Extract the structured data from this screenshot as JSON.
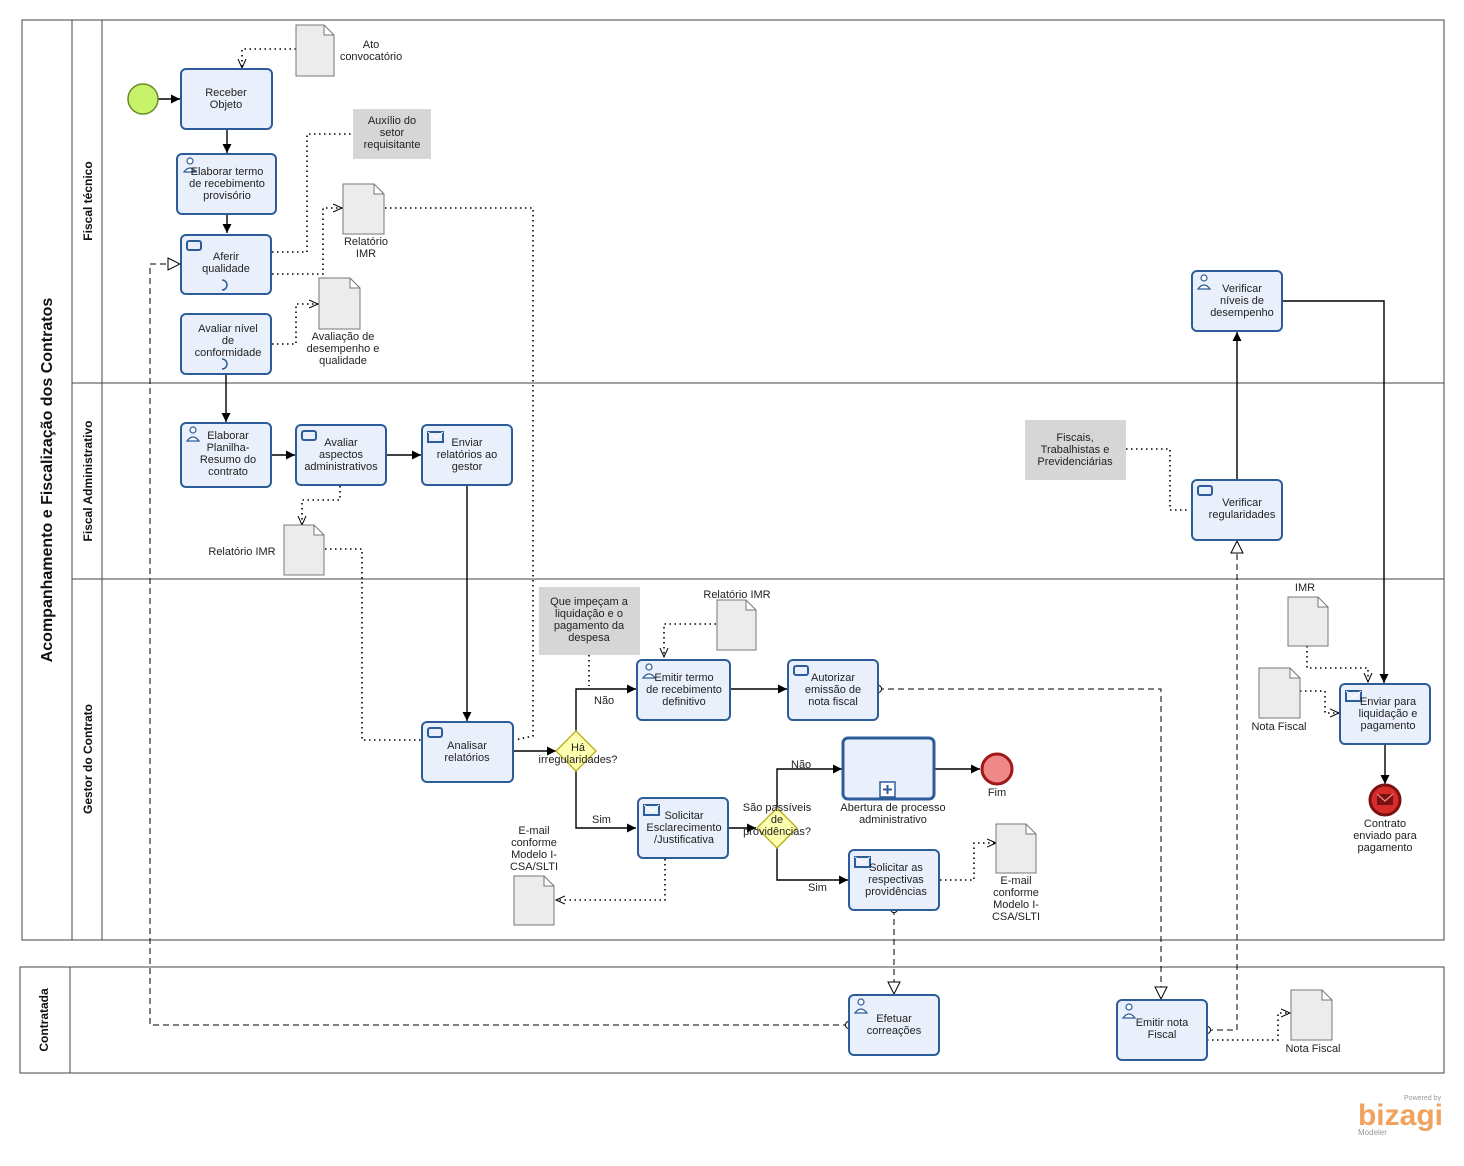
{
  "pools": {
    "main": "Acompanhamento e Fiscalização  dos Contratos",
    "contractor": "Contratada"
  },
  "lanes": {
    "technical": "Fiscal técnico",
    "administrative": "Fiscal Administrativo",
    "manager": "Gestor do Contrato"
  },
  "tasks": {
    "receber_objeto": "Receber\nObjeto",
    "elaborar_termo_provisorio": "Elaborar termo\nde recebimento\nprovisório",
    "aferir_qualidade": "Aferir\nqualidade",
    "avaliar_conformidade": "Avaliar nível\nde\nconformidade",
    "elaborar_planilha": "Elaborar\nPlanilha-\nResumo do\ncontrato",
    "avaliar_aspectos": "Avaliar\naspectos\nadministrativos",
    "enviar_relatorios": "Enviar\nrelatórios ao\ngestor",
    "analisar_relatorios": "Analisar\nrelatórios",
    "emitir_termo_definitivo": "Emitir  termo\nde recebimento\ndefinitivo",
    "autorizar_emissao": "Autorizar\nemissão de\nnota fiscal",
    "solicitar_esclarecimento": "Solicitar\nEsclarecimento\n/Justificativa",
    "solicitar_providencias": "Solicitar as\nrespectivas\nprovidências",
    "verificar_desempenho": "Verificar\nníveis de\ndesempenho",
    "verificar_regularidades": "Verificar\nregularidades",
    "enviar_liquidacao": "Enviar para\nliquidação e\npagamento",
    "efetuar_correcoes": "Efetuar\ncorreações",
    "emitir_nota": "Emitir nota\nFiscal"
  },
  "subprocess": "Abertura de processo\nadministrativo",
  "gateways": {
    "irregularidades": "Há\nirregularidades?",
    "providencias": "São passíveis\nde\nprovidências?"
  },
  "flow_labels": {
    "nao_1": "Não",
    "sim_1": "Sim",
    "nao_2": "Não",
    "sim_2": "Sim"
  },
  "events": {
    "fim": "Fim",
    "contrato_enviado": "Contrato\nenviado para\npagamento"
  },
  "documents": {
    "ato_convocatorio": "Ato\nconvocatório",
    "relatorio_imr_tec": "Relatório\nIMR",
    "avaliacao_desempenho": "Avaliação de\ndesempenho e\nqualidade",
    "relatorio_imr_adm": "Relatório IMR",
    "relatorio_imr_gestor": "Relatório IMR",
    "email_esclarecimento": "E-mail\nconforme\nModelo I-\nCSA/SLTI",
    "email_providencias": "E-mail\nconforme\nModelo I-\nCSA/SLTI",
    "imr": "IMR",
    "nota_fiscal_gestor": "Nota Fiscal",
    "nota_fiscal_contratada": "Nota Fiscal"
  },
  "annotations": {
    "auxilio_setor": "Auxílio do\nsetor\nrequisitante",
    "fiscais_trabalhistas": "Fiscais,\nTrabalhistas e\nPrevidenciárias",
    "impecam_liquidacao": "Que impeçam a\nliquidação e o\npagamento da\ndespesa"
  },
  "branding": {
    "powered_by": "Powered by",
    "logo": "bizagi",
    "product": "Modeler"
  },
  "colors": {
    "task_fill": "#eaf0fb",
    "task_stroke": "#2c5d9a",
    "start_event": "#c6f36a",
    "end_event": "#f08888",
    "end_event_stroke": "#a01818",
    "message_end": "#d62c2c",
    "gateway_fill": "#ffffb0",
    "annotation_fill": "#d6d6d6",
    "logo": "#f0a25e"
  }
}
